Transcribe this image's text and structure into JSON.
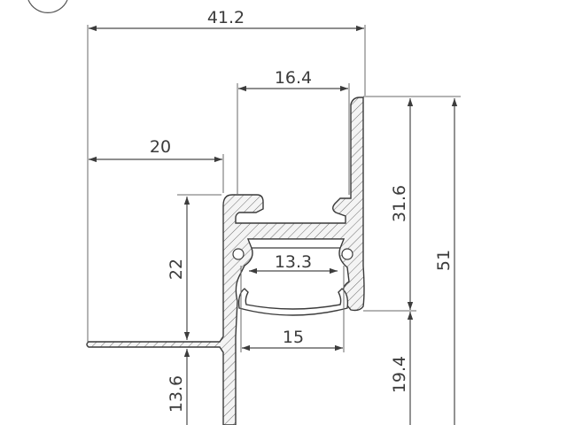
{
  "dimensions": {
    "overall_width": "41.2",
    "top_channel_width": "16.4",
    "left_offset": "20",
    "inner_width": "13.3",
    "diffuser_width": "15",
    "left_height": "22",
    "channel_height": "31.6",
    "total_height": "51",
    "lower_height_left": "13.6",
    "lower_height_right": "19.4"
  }
}
